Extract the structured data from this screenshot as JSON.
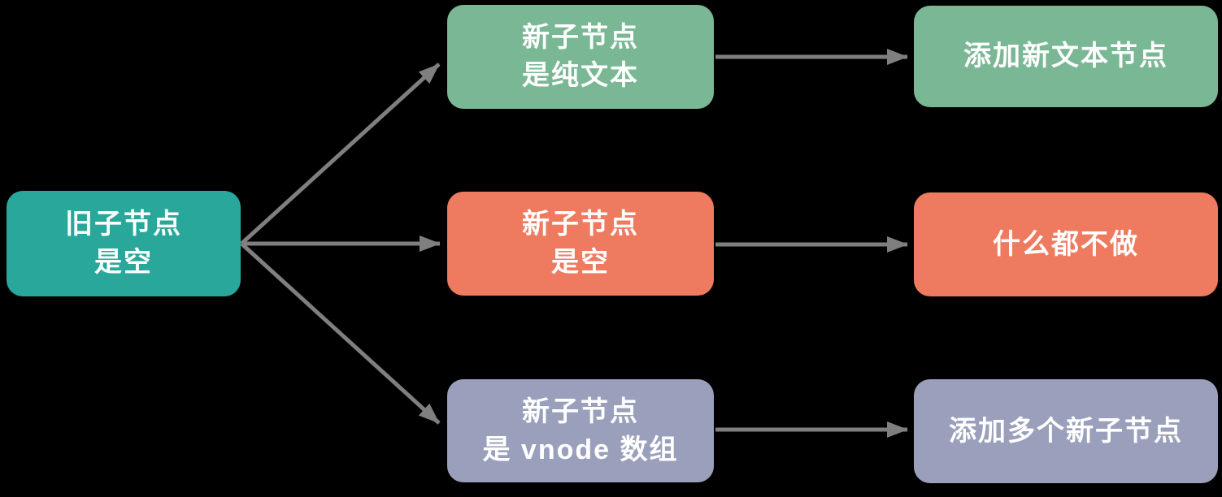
{
  "colors": {
    "background": "#000000",
    "teal": "#2aa79b",
    "green": "#7ab795",
    "orange": "#ee7b5f",
    "purple": "#9aa0bb",
    "arrow": "#7f7f7f",
    "text": "#ffffff"
  },
  "nodes": {
    "old_children_empty": {
      "line1": "旧子节点",
      "line2": "是空",
      "color": "#2aa79b"
    },
    "new_children_is_text": {
      "line1": "新子节点",
      "line2": "是纯文本",
      "color": "#7ab795"
    },
    "new_children_empty": {
      "line1": "新子节点",
      "line2": "是空",
      "color": "#ee7b5f"
    },
    "new_children_vnode_array": {
      "line1": "新子节点",
      "line2": "是 vnode 数组",
      "color": "#9aa0bb"
    },
    "add_new_text_node": {
      "line1": "添加新文本节点",
      "color": "#7ab795"
    },
    "do_nothing": {
      "line1": "什么都不做",
      "color": "#ee7b5f"
    },
    "add_multiple_new_children": {
      "line1": "添加多个新子节点",
      "color": "#9aa0bb"
    }
  },
  "edges": [
    {
      "from": "old_children_empty",
      "to": "new_children_is_text"
    },
    {
      "from": "old_children_empty",
      "to": "new_children_empty"
    },
    {
      "from": "old_children_empty",
      "to": "new_children_vnode_array"
    },
    {
      "from": "new_children_is_text",
      "to": "add_new_text_node"
    },
    {
      "from": "new_children_empty",
      "to": "do_nothing"
    },
    {
      "from": "new_children_vnode_array",
      "to": "add_multiple_new_children"
    }
  ]
}
